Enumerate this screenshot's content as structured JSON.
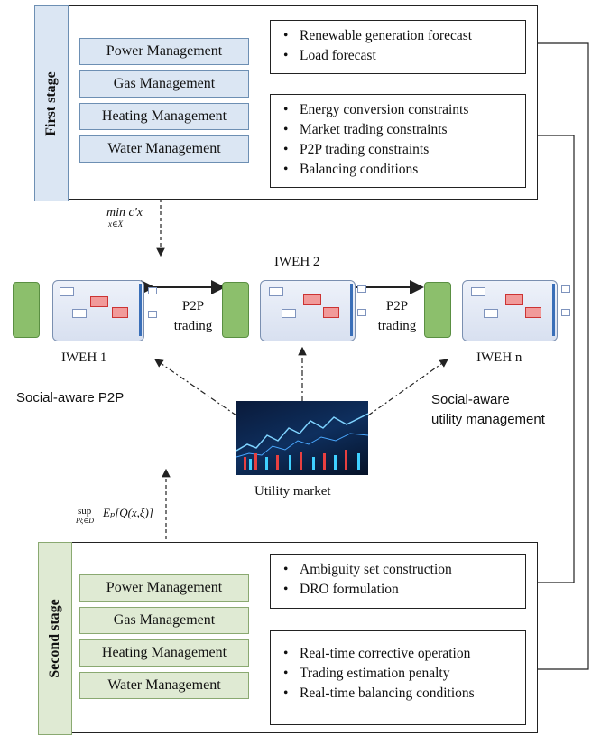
{
  "first_stage": {
    "label": "First stage",
    "management": [
      "Power Management",
      "Gas Management",
      "Heating Management",
      "Water Management"
    ],
    "forecast_items": [
      "Renewable generation forecast",
      "Load forecast"
    ],
    "constraint_items": [
      "Energy conversion constraints",
      "Market trading constraints",
      "P2P trading constraints",
      "Balancing conditions"
    ],
    "formula": "min c′x",
    "formula_sub": "x∈X"
  },
  "middle": {
    "hubs": [
      "IWEH 1",
      "IWEH 2",
      "IWEH n"
    ],
    "p2p_label_line1": "P2P",
    "p2p_label_line2": "trading",
    "social_p2p": "Social-aware P2P",
    "social_utility_line1": "Social-aware",
    "social_utility_line2": "utility management",
    "market": "Utility market"
  },
  "second_stage": {
    "label": "Second stage",
    "management": [
      "Power Management",
      "Gas Management",
      "Heating Management",
      "Water Management"
    ],
    "dro_items": [
      "Ambiguity set construction",
      "DRO formulation"
    ],
    "operation_items": [
      "Real-time corrective operation",
      "Trading estimation penalty",
      "Real-time balancing conditions"
    ],
    "formula_sup": "sup",
    "formula_sup_sub": "Pξ∈D",
    "formula_expr": "Eₚ[Q(x,ξ)]"
  },
  "colors": {
    "first_stage_tab": "#dbe6f3",
    "second_stage_tab": "#dfead3",
    "arrow": "#222222"
  }
}
